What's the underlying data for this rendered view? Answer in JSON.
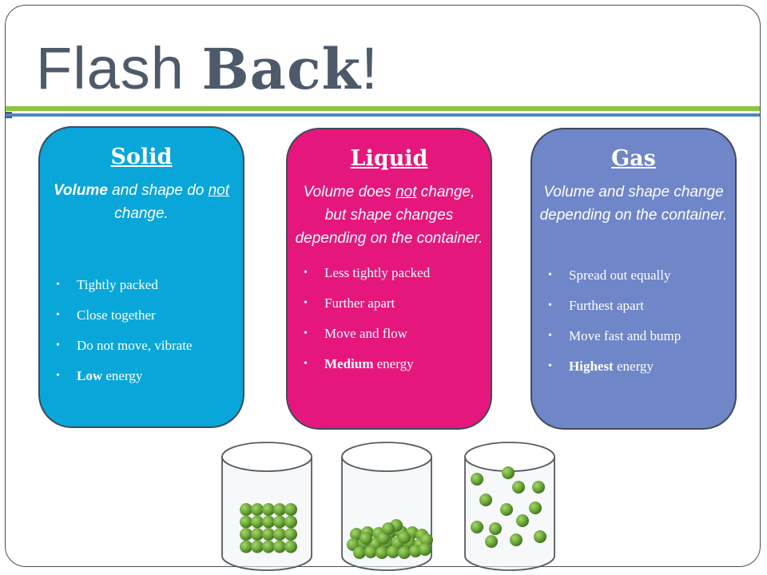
{
  "title": {
    "regular": "Flash ",
    "bold": "Back",
    "end": "!"
  },
  "colors": {
    "title": "#4d5a6a",
    "rule_green": "#8cc63f",
    "rule_blue": "#4f87c2",
    "solid": "#09a6d9",
    "liquid": "#e6177c",
    "gas": "#6f86c8",
    "particle": "#6ea83a"
  },
  "cards": {
    "solid": {
      "heading": "Solid",
      "desc_parts": [
        "Volume",
        " and shape do ",
        "not",
        " change."
      ],
      "bullets": [
        {
          "text": "Tightly packed"
        },
        {
          "text": "Close together"
        },
        {
          "text": "Do not move,  vibrate"
        },
        {
          "bold": "Low",
          "text": " energy"
        }
      ]
    },
    "liquid": {
      "heading": "Liquid",
      "desc_parts": [
        "Volume does ",
        "not",
        " change, but shape changes depending on the container."
      ],
      "bullets": [
        {
          "text": "Less tightly packed"
        },
        {
          "text": "Further apart"
        },
        {
          "text": "Move and flow"
        },
        {
          "bold": "Medium",
          "text": " energy"
        }
      ]
    },
    "gas": {
      "heading": "Gas",
      "desc": "Volume and shape change depending on the container.",
      "bullets": [
        {
          "text": "Spread out equally"
        },
        {
          "text": "Furthest apart"
        },
        {
          "text": "Move fast and bump"
        },
        {
          "bold": "Highest",
          "text": " energy"
        }
      ]
    }
  },
  "beakers": [
    {
      "name": "solid-beaker"
    },
    {
      "name": "liquid-beaker"
    },
    {
      "name": "gas-beaker"
    }
  ]
}
